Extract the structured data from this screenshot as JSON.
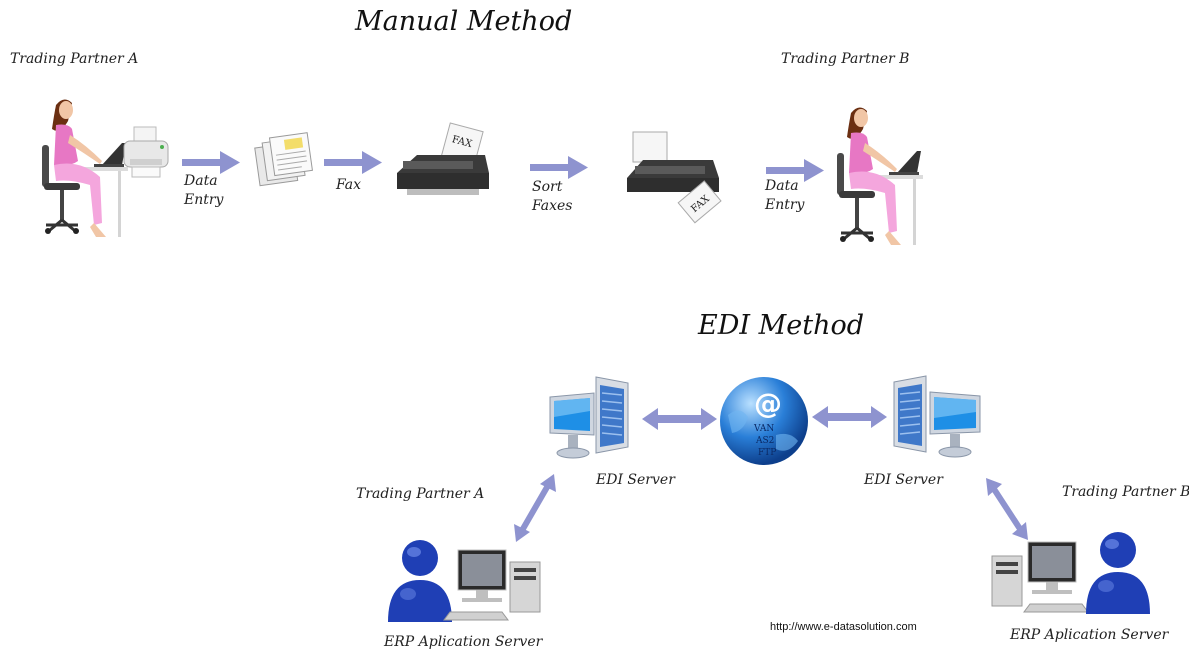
{
  "manual": {
    "title": "Manual Method",
    "partner_a": "Trading Partner A",
    "partner_b": "Trading Partner B",
    "step_data_entry_a_line1": "Data",
    "step_data_entry_a_line2": "Entry",
    "step_fax": "Fax",
    "step_sort_line1": "Sort",
    "step_sort_line2": "Faxes",
    "step_data_entry_b_line1": "Data",
    "step_data_entry_b_line2": "Entry",
    "fax_sheet_text_1": "FAX",
    "fax_sheet_text_2": "FAX"
  },
  "edi": {
    "title": "EDI Method",
    "edi_server_left": "EDI Server",
    "edi_server_right": "EDI Server",
    "partner_a": "Trading Partner A",
    "partner_b": "Trading Partner B",
    "erp_left": "ERP Aplication Server",
    "erp_right": "ERP Aplication Server",
    "globe_symbol": "@",
    "globe_line1": "VAN",
    "globe_line2": "AS2",
    "globe_line3": "FTP"
  },
  "url": "http://www.e-datasolution.com",
  "colors": {
    "arrow": "#8e93cf",
    "server_blue": "#1e6fd0",
    "globe_blue": "#2a7fd8",
    "person_blue": "#1f3fb5",
    "skin": "#f1c6a6",
    "pink": "#e777c4"
  }
}
